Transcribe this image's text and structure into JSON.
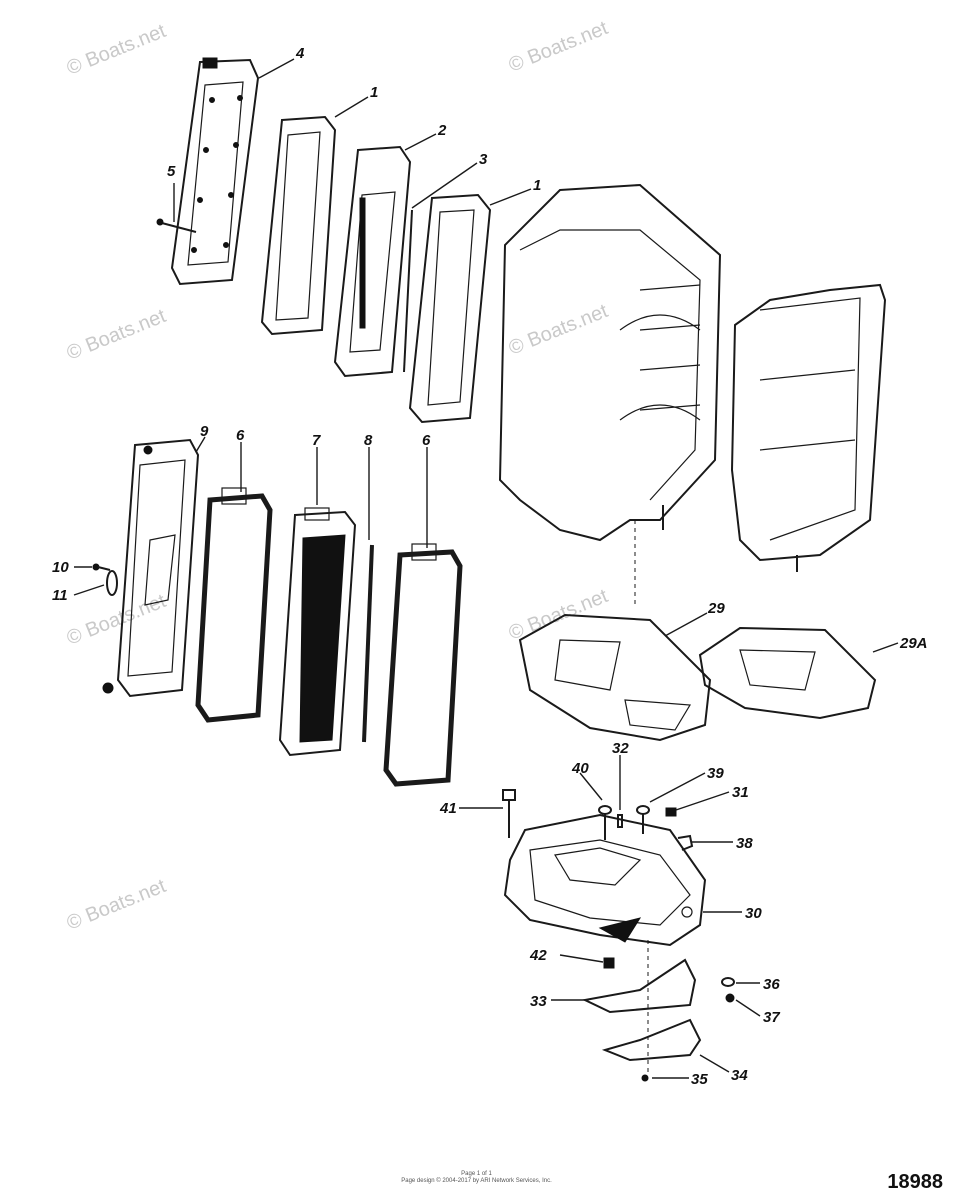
{
  "watermark": "© Boats.net",
  "callouts": {
    "c1a": "1",
    "c1b": "1",
    "c2": "2",
    "c3": "3",
    "c4": "4",
    "c5": "5",
    "c6a": "6",
    "c6b": "6",
    "c7": "7",
    "c8": "8",
    "c9": "9",
    "c10": "10",
    "c11": "11",
    "c29": "29",
    "c29a": "29A",
    "c30": "30",
    "c31": "31",
    "c32": "32",
    "c33": "33",
    "c34": "34",
    "c35": "35",
    "c36": "36",
    "c37": "37",
    "c38": "38",
    "c39": "39",
    "c40": "40",
    "c41": "41",
    "c42": "42"
  },
  "footer": {
    "line1": "Page 1 of 1",
    "line2": "Page design © 2004-2017 by ARI Network Services, Inc."
  },
  "diagram_number": "18988"
}
